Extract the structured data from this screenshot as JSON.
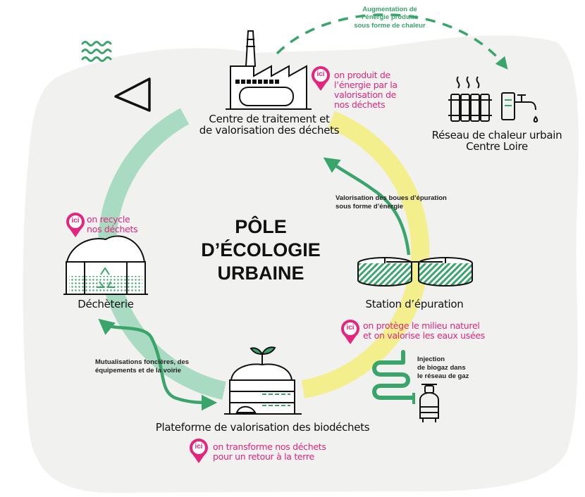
{
  "center_title": [
    "PÔLE",
    "D’ÉCOLOGIE",
    "URBAINE"
  ],
  "nodes": {
    "treatment_center": {
      "label": [
        "Centre de traitement et",
        "de valorisation des déchets"
      ],
      "ici": "ici",
      "note": [
        "on produit de",
        "l’énergie par la",
        "valorisation de",
        "nos déchets"
      ]
    },
    "heat_network": {
      "label": [
        "Réseau de chaleur urbain",
        "Centre Loire"
      ]
    },
    "recycling_center": {
      "label": [
        "Déchèterie"
      ],
      "ici": "ici",
      "note": [
        "on recycle",
        "nos déchets"
      ]
    },
    "treatment_plant": {
      "label": [
        "Station d’épuration"
      ],
      "ici": "ici",
      "note": [
        "on protège le milieu naturel",
        "et on valorise les eaux usées"
      ]
    },
    "biowaste_platform": {
      "label": [
        "Plateforme de valorisation des biodéchets"
      ],
      "ici": "ici",
      "note": [
        "on transforme nos déchets",
        "pour un retour à la terre"
      ]
    }
  },
  "flows": {
    "heat_increase": [
      "Augmentation de",
      "l’énergie produite",
      "sous forme de chaleur"
    ],
    "sludge_recovery": [
      "Valorisation des boues d’épuration",
      "sous forme d’énergie"
    ],
    "shared_resources": [
      "Mutualisations foncières, des",
      "équipements et de la voirie"
    ],
    "biogas_injection": [
      "Injection",
      "de biogaz dans",
      "le réseau de gaz"
    ]
  },
  "colors": {
    "green": "#3aa56b",
    "light_green": "#a8dbc2",
    "yellow": "#f3ef8c",
    "pink": "#e5247e",
    "background_blob": "#f1f1ef",
    "ink": "#111111"
  }
}
